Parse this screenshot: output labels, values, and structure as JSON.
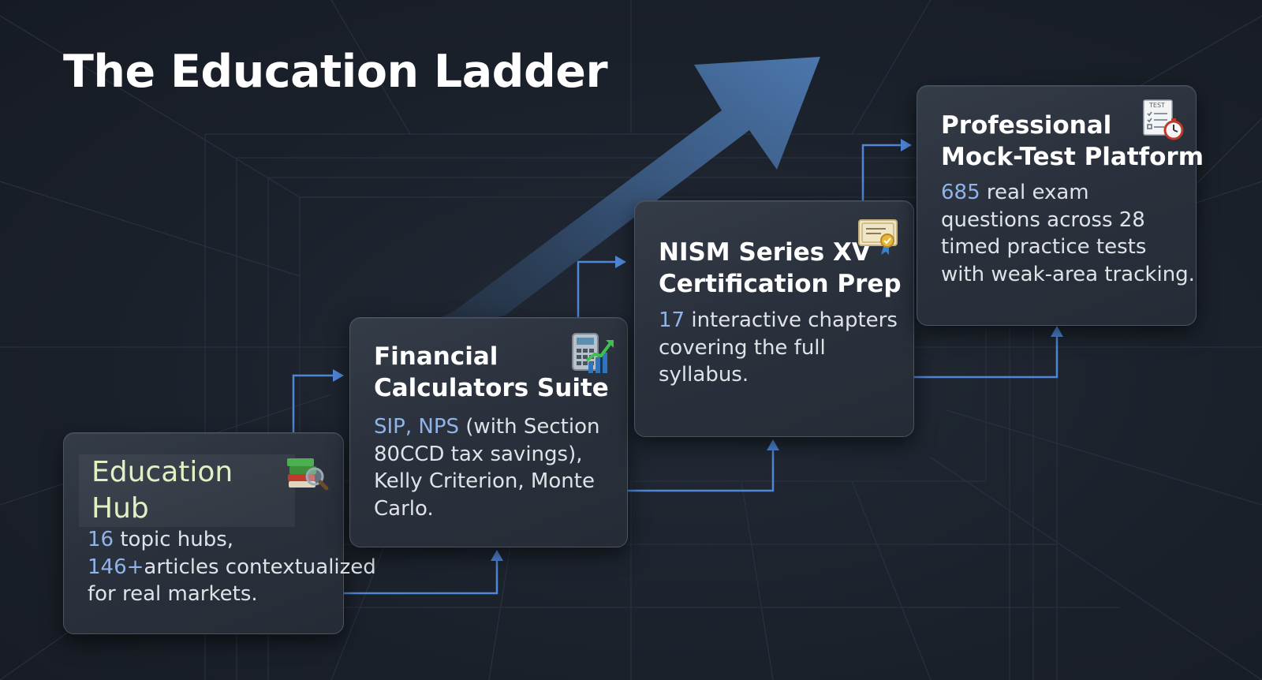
{
  "title": "The Education Ladder",
  "colors": {
    "background": "#1b212b",
    "card": "#2c333e",
    "connector": "#4f86d6",
    "arrow": "#4a74ab",
    "highlight": "#8fb4ea",
    "hub_title": "#e2f0c4"
  },
  "steps": [
    {
      "title_lines": [
        "Education",
        "Hub"
      ],
      "desc_lines": [
        {
          "hl": "16",
          "rest": " topic hubs, "
        },
        {
          "hl": "",
          "rest": "articles contextualized"
        },
        {
          "hl": "",
          "rest": "for real markets."
        }
      ],
      "desc_extra": "146+",
      "icon": "books-magnifier-icon"
    },
    {
      "title_lines": [
        "Financial",
        "Calculators Suite"
      ],
      "desc_lines": [
        {
          "hl": "SIP, NPS",
          "rest": " (with Section"
        },
        {
          "hl": "",
          "rest": "80CCD tax savings),"
        },
        {
          "hl": "",
          "rest": "Kelly Criterion, Monte"
        },
        {
          "hl": "",
          "rest": "Carlo."
        }
      ],
      "icon": "calculator-chart-icon"
    },
    {
      "title_lines": [
        "NISM Series XV",
        "Certification Prep"
      ],
      "desc_lines": [
        {
          "hl": "17",
          "rest": " interactive chapters"
        },
        {
          "hl": "",
          "rest": "covering the full"
        },
        {
          "hl": "",
          "rest": "syllabus."
        }
      ],
      "icon": "certificate-icon"
    },
    {
      "title_lines": [
        "Professional",
        "Mock-Test Platform"
      ],
      "desc_lines": [
        {
          "hl": "685",
          "rest": " real exam"
        },
        {
          "hl": "",
          "rest": "questions across 28"
        },
        {
          "hl": "",
          "rest": "timed practice tests"
        },
        {
          "hl": "",
          "rest": "with weak-area tracking."
        }
      ],
      "icon": "test-sheet-timer-icon",
      "icon_label": "TEST"
    }
  ]
}
